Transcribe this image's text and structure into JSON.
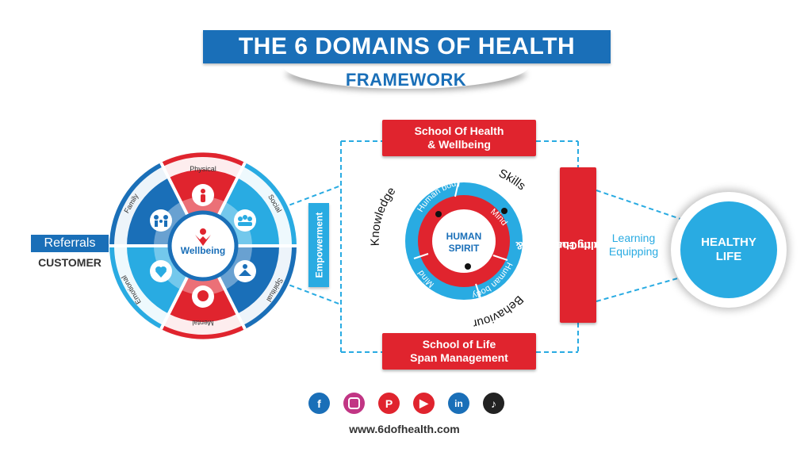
{
  "header": {
    "title": "THE 6 DOMAINS OF HEALTH",
    "subtitle": "FRAMEWORK"
  },
  "left": {
    "referrals": "Referrals",
    "customer": "CUSTOMER"
  },
  "wheel": {
    "center_label": "Wellbeing",
    "segments": [
      "Physical",
      "Social",
      "Spiritual",
      "Mental",
      "Emotional",
      "Family"
    ],
    "icons": [
      "person-icon",
      "group-icon",
      "meditation-icon",
      "head-icon",
      "heart-icon",
      "family-icon"
    ]
  },
  "empowerment": "Empowerment",
  "top_box": {
    "line1": "School Of Health",
    "line2": "& Wellbeing"
  },
  "bottom_box": {
    "line1": "School of Life",
    "line2": "Span Management"
  },
  "right_box": {
    "line1": "Health Coaching &",
    "line2": "Mentoring Hub"
  },
  "core": {
    "center_line1": "HUMAN",
    "center_line2": "SPIRIT",
    "ring_labels": [
      "Human body",
      "Mind",
      "Human body",
      "Mind"
    ],
    "outer_labels": [
      "Knowledge",
      "Skills",
      "Behaviour"
    ]
  },
  "learning": {
    "line1": "Learning",
    "line2": "Equipping"
  },
  "healthy_life": {
    "line1": "HEALTHY",
    "line2": "LIFE"
  },
  "footer": {
    "website": "www.6dofhealth.com",
    "socials": [
      "facebook-icon",
      "instagram-icon",
      "pinterest-icon",
      "youtube-icon",
      "linkedin-icon",
      "tiktok-icon"
    ]
  },
  "colors": {
    "blue": "#1a6fb8",
    "light_blue": "#29abe2",
    "red": "#e0242e",
    "dark_red": "#c41a24"
  }
}
